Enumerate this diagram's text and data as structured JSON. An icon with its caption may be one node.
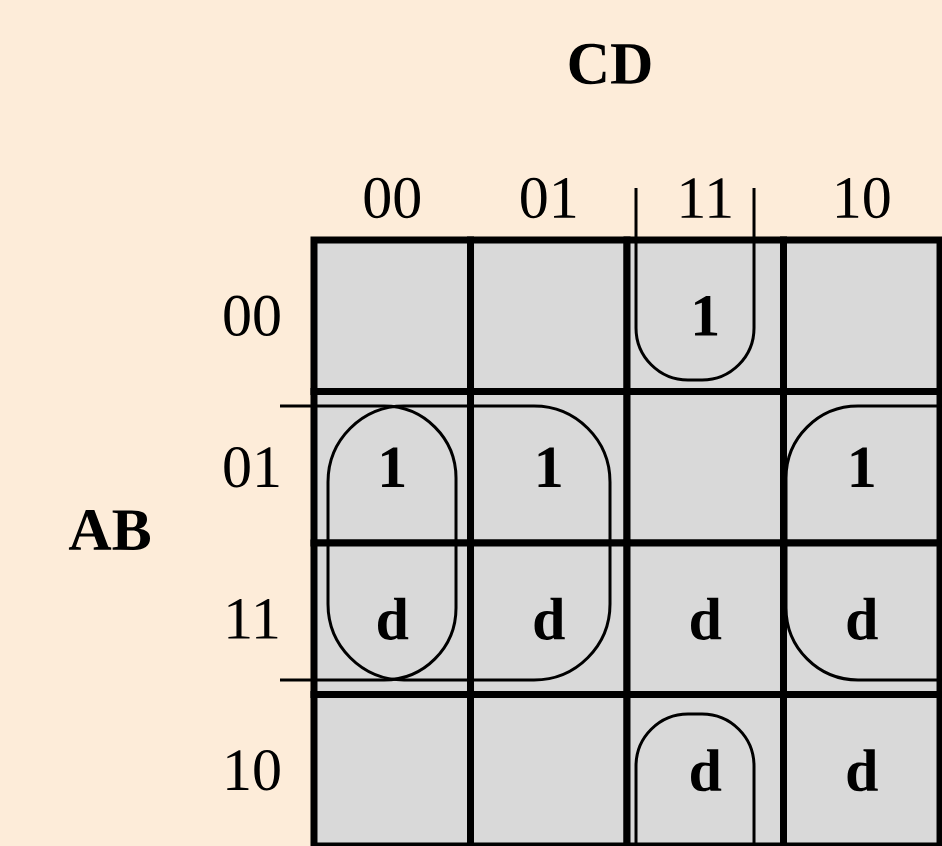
{
  "diagram": {
    "nodes": [
      {
        "text": [],
        "shape": "box"
      },
      {
        "text": [],
        "shape": "box"
      },
      {
        "text": [
          "1"
        ]
      },
      {
        "text": [],
        "shape": "box"
      },
      {
        "text": [
          "1"
        ]
      },
      {
        "text": [
          "1"
        ]
      },
      {
        "text": [],
        "shape": "box"
      },
      {
        "text": [
          "1"
        ]
      },
      {
        "text": [
          "d"
        ]
      },
      {
        "text": [
          "d"
        ]
      },
      {
        "text": [
          "d"
        ]
      },
      {
        "text": [
          "d"
        ]
      },
      {
        "text": [],
        "shape": "box"
      },
      {
        "text": [],
        "shape": "box"
      },
      {
        "text": [
          "d"
        ]
      },
      {
        "text": [
          "d"
        ]
      }
    ],
    "labels": [
      "CD",
      "00",
      "01",
      "11",
      "10",
      "AB",
      "00",
      "01",
      "11",
      "10"
    ]
  }
}
